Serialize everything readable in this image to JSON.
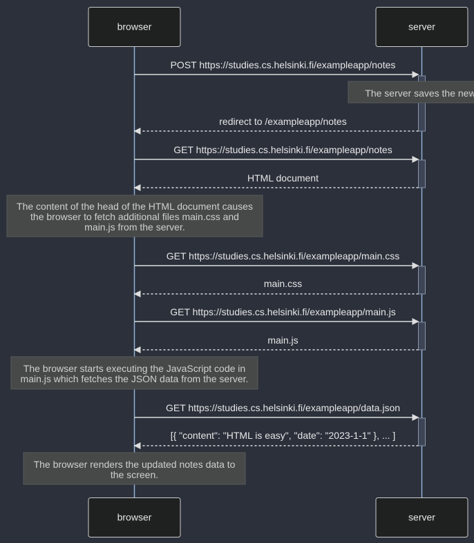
{
  "participants": [
    {
      "id": "browser",
      "label": "browser"
    },
    {
      "id": "server",
      "label": "server"
    }
  ],
  "messages": [
    {
      "id": "m1",
      "from": "browser",
      "to": "server",
      "label": "POST https://studies.cs.helsinki.fi/exampleapp/notes",
      "style": "solid"
    },
    {
      "id": "m2",
      "from": "server",
      "to": "browser",
      "label": "redirect to /exampleapp/notes",
      "style": "dashed"
    },
    {
      "id": "m3",
      "from": "browser",
      "to": "server",
      "label": "GET https://studies.cs.helsinki.fi/exampleapp/notes",
      "style": "solid"
    },
    {
      "id": "m4",
      "from": "server",
      "to": "browser",
      "label": "HTML document",
      "style": "dashed"
    },
    {
      "id": "m5",
      "from": "browser",
      "to": "server",
      "label": "GET https://studies.cs.helsinki.fi/exampleapp/main.css",
      "style": "solid"
    },
    {
      "id": "m6",
      "from": "server",
      "to": "browser",
      "label": "main.css",
      "style": "dashed"
    },
    {
      "id": "m7",
      "from": "browser",
      "to": "server",
      "label": "GET https://studies.cs.helsinki.fi/exampleapp/main.js",
      "style": "solid"
    },
    {
      "id": "m8",
      "from": "server",
      "to": "browser",
      "label": "main.js",
      "style": "dashed"
    },
    {
      "id": "m9",
      "from": "browser",
      "to": "server",
      "label": "GET https://studies.cs.helsinki.fi/exampleapp/data.json",
      "style": "solid"
    },
    {
      "id": "m10",
      "from": "server",
      "to": "browser",
      "label": "[{ \"content\": \"HTML is easy\", \"date\": \"2023-1-1\" }, ... ]",
      "style": "dashed"
    }
  ],
  "notes": [
    {
      "id": "n1",
      "over": "server",
      "lines": [
        "The server saves the new note"
      ]
    },
    {
      "id": "n2",
      "over": "browser",
      "lines": [
        "The content of the head of the HTML document causes",
        "the browser to fetch additional files main.css and",
        "main.js from the server."
      ]
    },
    {
      "id": "n3",
      "over": "browser",
      "lines": [
        "The browser starts executing the JavaScript code in",
        "main.js which fetches the JSON data from the server."
      ]
    },
    {
      "id": "n4",
      "over": "browser",
      "lines": [
        "The browser renders the updated notes data to",
        "the screen."
      ]
    }
  ],
  "colors": {
    "background": "#2b303b",
    "actor_fill": "#1f2020",
    "actor_stroke": "#cccccc",
    "lifeline": "#8fb1d4",
    "message": "#dddddd",
    "text": "#e6e6e6",
    "note_fill": "#474949",
    "note_stroke": "#5a5a5a",
    "note_text": "#cfcfcf",
    "activation_fill": "#3c4456",
    "activation_stroke": "#8a95a8"
  }
}
